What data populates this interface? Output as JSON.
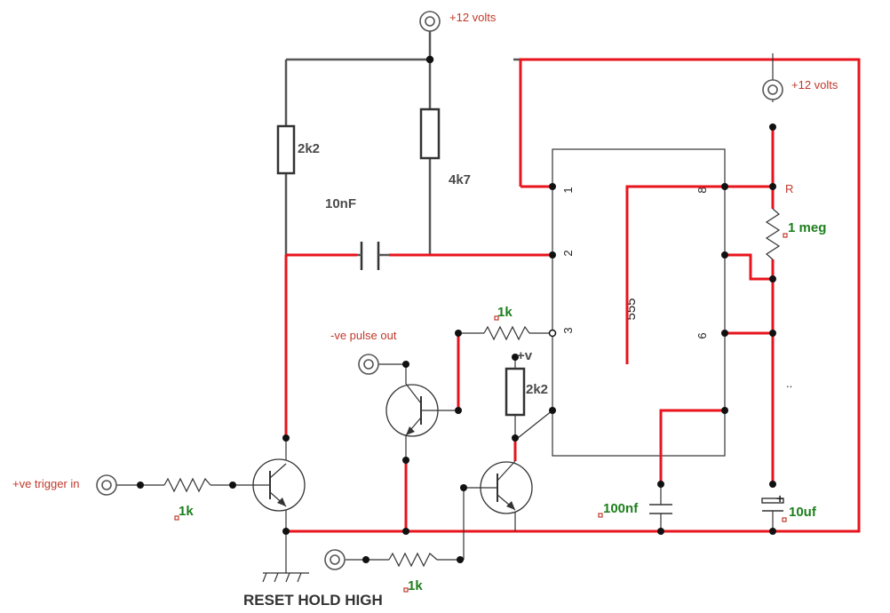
{
  "labels": {
    "supply_top": "+12 volts",
    "supply_right": "+12 volts",
    "r_left": "2k2",
    "r_top": "4k7",
    "cap_coupling": "10nF",
    "r_base_ctrl": "1k",
    "pulse_out": "-ve pulse out",
    "plus_v": "+v",
    "r_collector": "2k2",
    "trigger_in": "+ve trigger in",
    "r_trigger": "1k",
    "r_reset": "1k",
    "reset_hold": "RESET HOLD HIGH",
    "cap_100nf": "100nf",
    "cap_10uf": "10uf",
    "r_timing_marker": "R",
    "r_timing": "1 meg",
    "chip_name": "555",
    "pin_1": "1",
    "pin_2": "2",
    "pin_3": "3",
    "pin_8": "8",
    "pin_6": "6",
    "cap_plus": "+",
    "stray_mark": ".."
  },
  "colors": {
    "wire_red": "#e8141d",
    "wire_grey": "#555555",
    "label_red": "#c0392b",
    "label_green": "#1d7f1d"
  }
}
